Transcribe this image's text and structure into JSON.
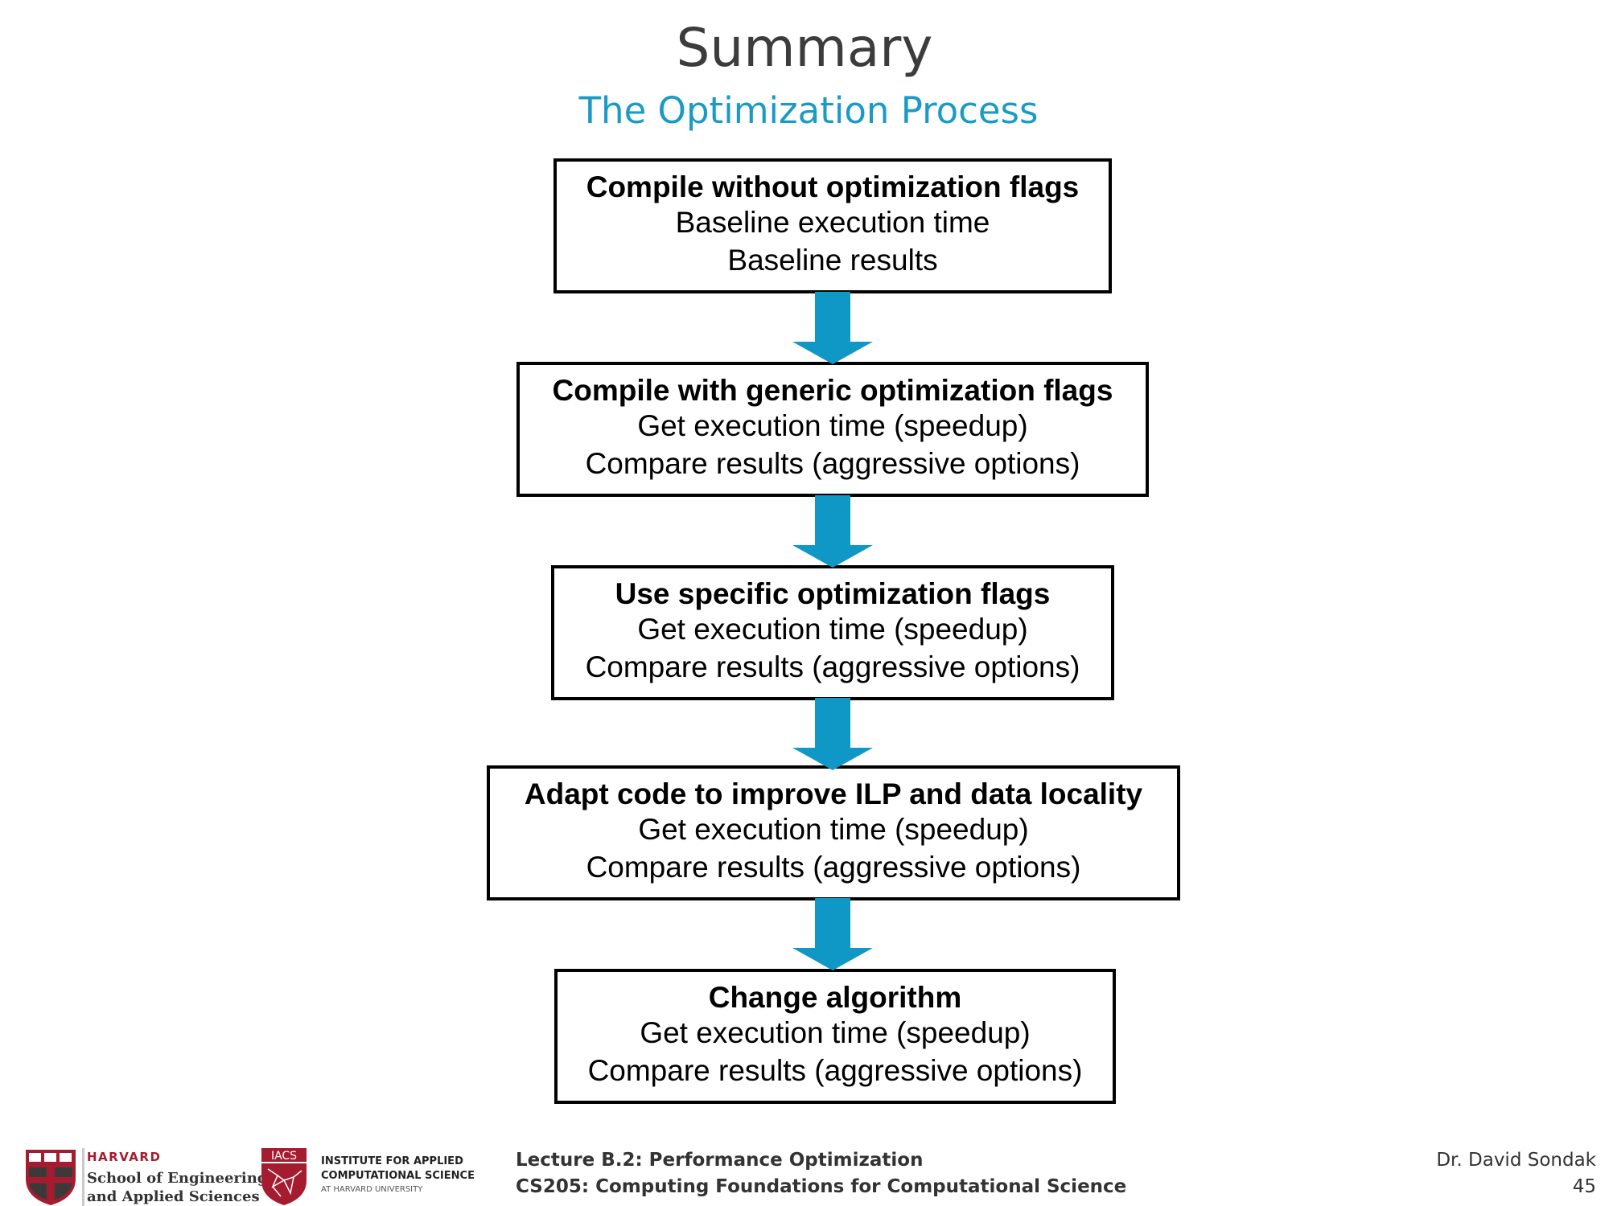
{
  "slide": {
    "title": "Summary",
    "subtitle": "The Optimization Process"
  },
  "flow": [
    {
      "heading": "Compile without optimization flags",
      "lines": [
        "Baseline execution time",
        "Baseline results"
      ]
    },
    {
      "heading": "Compile with generic optimization flags",
      "lines": [
        "Get execution time (speedup)",
        "Compare results (aggressive options)"
      ]
    },
    {
      "heading": "Use specific optimization flags",
      "lines": [
        "Get execution time (speedup)",
        "Compare results (aggressive options)"
      ]
    },
    {
      "heading": "Adapt code to improve ILP and data locality",
      "lines": [
        "Get execution time (speedup)",
        "Compare results (aggressive options)"
      ]
    },
    {
      "heading": "Change algorithm",
      "lines": [
        "Get execution time (speedup)",
        "Compare results (aggressive options)"
      ]
    }
  ],
  "colors": {
    "arrow": "#0f97c6",
    "subtitle": "#1a9bc6",
    "harvard_red": "#a51c30"
  },
  "footer": {
    "harvard": {
      "name": "HARVARD",
      "school_line1": "School of Engineering",
      "school_line2": "and Applied Sciences"
    },
    "iacs": {
      "abbr": "IACS",
      "line1": "INSTITUTE FOR APPLIED",
      "line2": "COMPUTATIONAL SCIENCE",
      "line3": "AT HARVARD UNIVERSITY"
    },
    "lecture": "Lecture B.2: Performance Optimization",
    "course": "CS205: Computing Foundations for Computational Science",
    "author": "Dr. David Sondak",
    "page_number": "45"
  }
}
